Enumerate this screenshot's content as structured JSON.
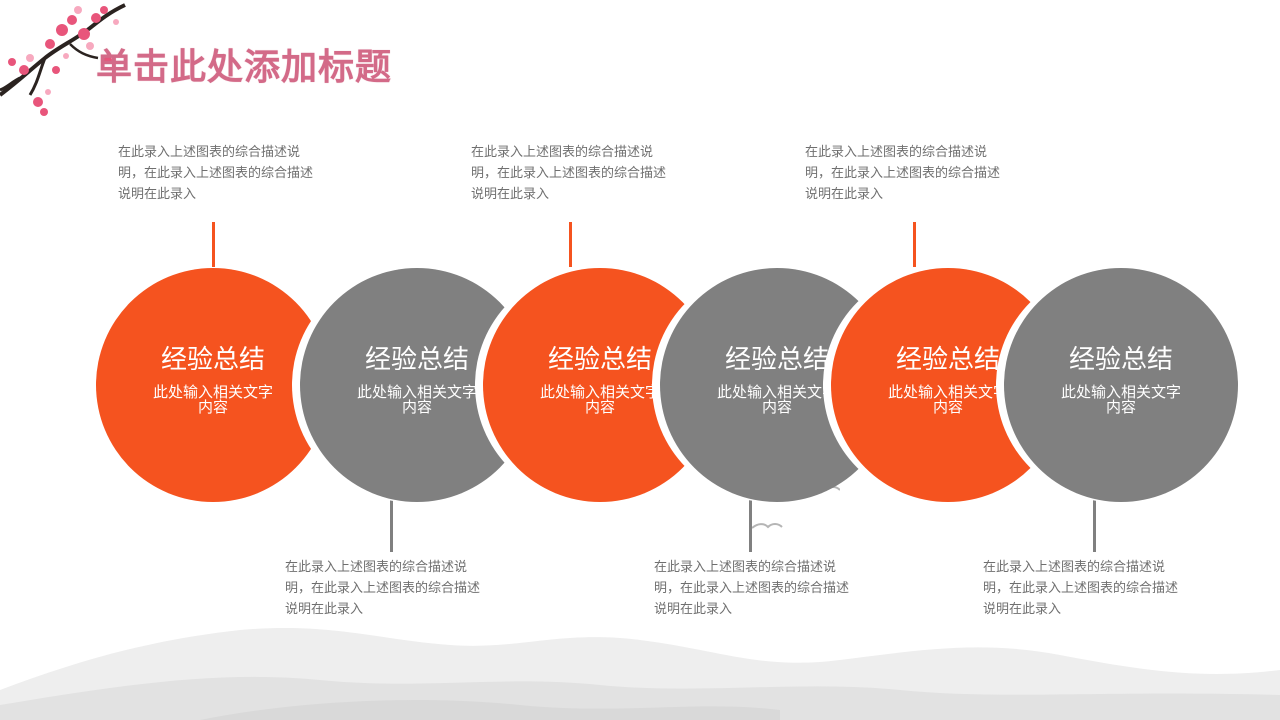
{
  "slide": {
    "title": "单击此处添加标题",
    "colors": {
      "accent": "#f5531f",
      "neutral": "#808080",
      "title": "#d36a88"
    },
    "nodes": [
      {
        "heading": "经验总结",
        "body": "此处输入相关文字内容",
        "color": "#f5531f",
        "desc": "在此录入上述图表的综合描述说明，在此录入上述图表的综合描述说明在此录入",
        "desc_position": "top"
      },
      {
        "heading": "经验总结",
        "body": "此处输入相关文字内容",
        "color": "#808080",
        "desc": "在此录入上述图表的综合描述说明，在此录入上述图表的综合描述说明在此录入",
        "desc_position": "bottom"
      },
      {
        "heading": "经验总结",
        "body": "此处输入相关文字内容",
        "color": "#f5531f",
        "desc": "在此录入上述图表的综合描述说明，在此录入上述图表的综合描述说明在此录入",
        "desc_position": "top"
      },
      {
        "heading": "经验总结",
        "body": "此处输入相关文字内容",
        "color": "#808080",
        "desc": "在此录入上述图表的综合描述说明，在此录入上述图表的综合描述说明在此录入",
        "desc_position": "bottom"
      },
      {
        "heading": "经验总结",
        "body": "此处输入相关文字内容",
        "color": "#f5531f",
        "desc": "在此录入上述图表的综合描述说明，在此录入上述图表的综合描述说明在此录入",
        "desc_position": "top"
      },
      {
        "heading": "经验总结",
        "body": "此处输入相关文字内容",
        "color": "#808080",
        "desc": "在此录入上述图表的综合描述说明，在此录入上述图表的综合描述说明在此录入",
        "desc_position": "bottom"
      }
    ]
  }
}
